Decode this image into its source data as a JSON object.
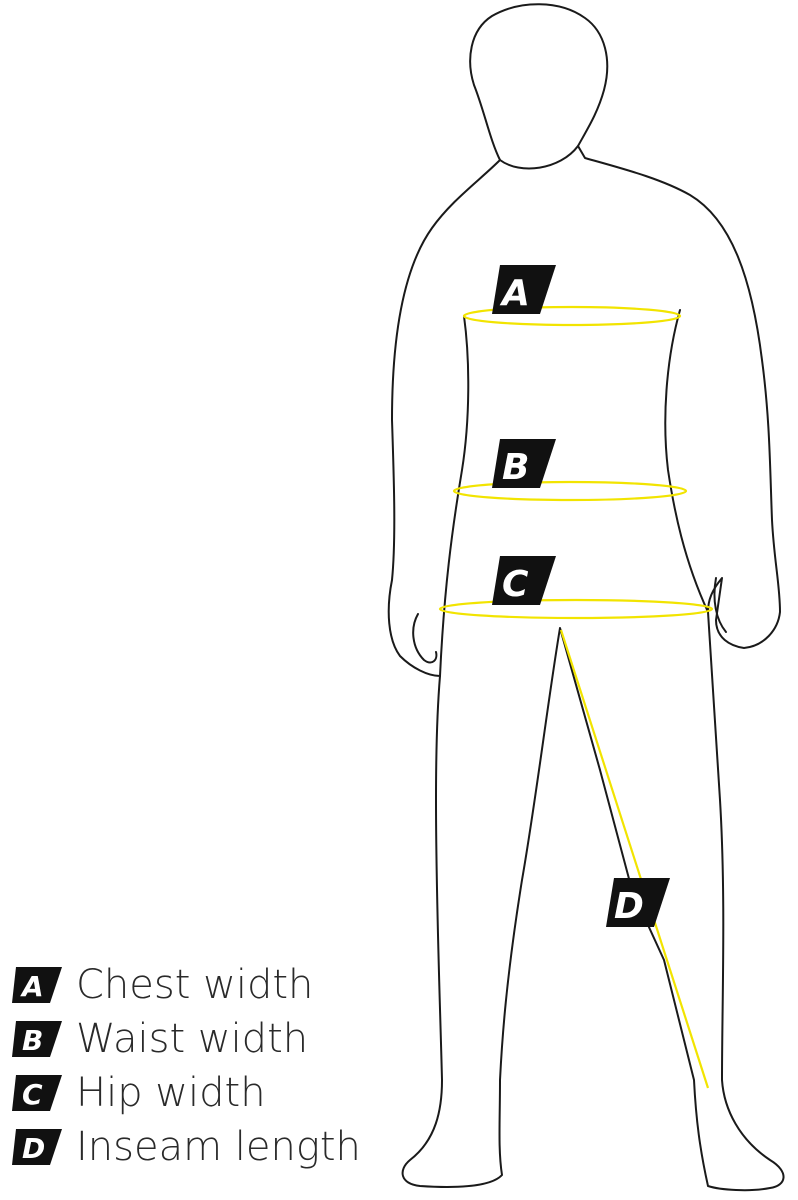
{
  "colors": {
    "outline": "#1a1a1a",
    "measure_line": "#f2e400",
    "badge_fill": "#111111",
    "badge_text": "#ffffff",
    "legend_text": "#2a2a2a"
  },
  "figure": {
    "label_a": "A",
    "label_b": "B",
    "label_c": "C",
    "label_d": "D"
  },
  "legend": {
    "items": [
      {
        "letter": "A",
        "label": "Chest width"
      },
      {
        "letter": "B",
        "label": "Waist width"
      },
      {
        "letter": "C",
        "label": "Hip width"
      },
      {
        "letter": "D",
        "label": "Inseam length"
      }
    ]
  }
}
